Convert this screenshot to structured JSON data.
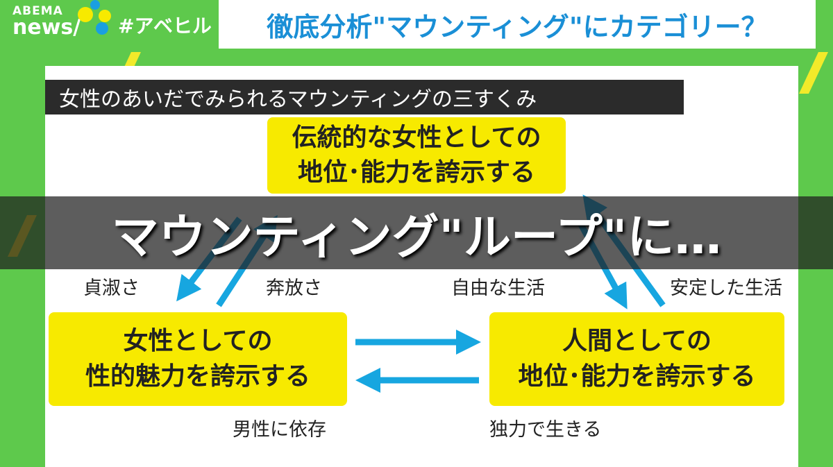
{
  "header": {
    "logo_top": "ABEMA",
    "logo_bottom": "news/",
    "hashtag": "#アベヒル",
    "title": "徹底分析\"マウンティング\"にカテゴリー？"
  },
  "diagram": {
    "heading": "女性のあいだでみられるマウンティングの三すくみ",
    "top_box": [
      "伝統的な女性としての",
      "地位･能力を誇示する"
    ],
    "left_box": [
      "女性としての",
      "性的魅力を誇示する"
    ],
    "right_box": [
      "人間としての",
      "地位･能力を誇示する"
    ],
    "labels": {
      "top_left_outer": "貞淑さ",
      "top_left_inner": "奔放さ",
      "top_right_inner": "自由な生活",
      "top_right_outer": "安定した生活",
      "bottom_left": "男性に依存",
      "bottom_right": "独力で生きる"
    },
    "arrow_color": "#17a6e0",
    "box_color": "#f7ea00"
  },
  "caption": "マウンティング\"ループ\"に…"
}
